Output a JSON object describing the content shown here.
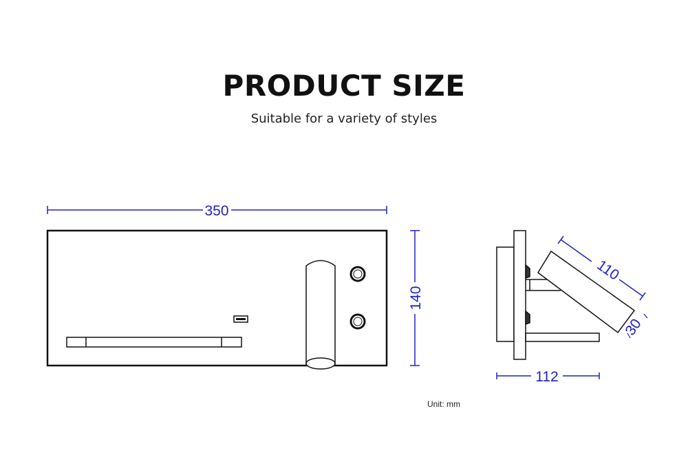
{
  "header": {
    "title": "PRODUCT SIZE",
    "subtitle": "Suitable for a variety of styles"
  },
  "front_view": {
    "width_label": "350",
    "height_label": "140"
  },
  "side_view": {
    "depth_label": "112",
    "head_length_label": "110",
    "head_thickness_label": "30"
  },
  "footer": {
    "unit_label": "Unit: mm"
  },
  "colors": {
    "dimension": "#2020c8",
    "outline": "#111111"
  }
}
